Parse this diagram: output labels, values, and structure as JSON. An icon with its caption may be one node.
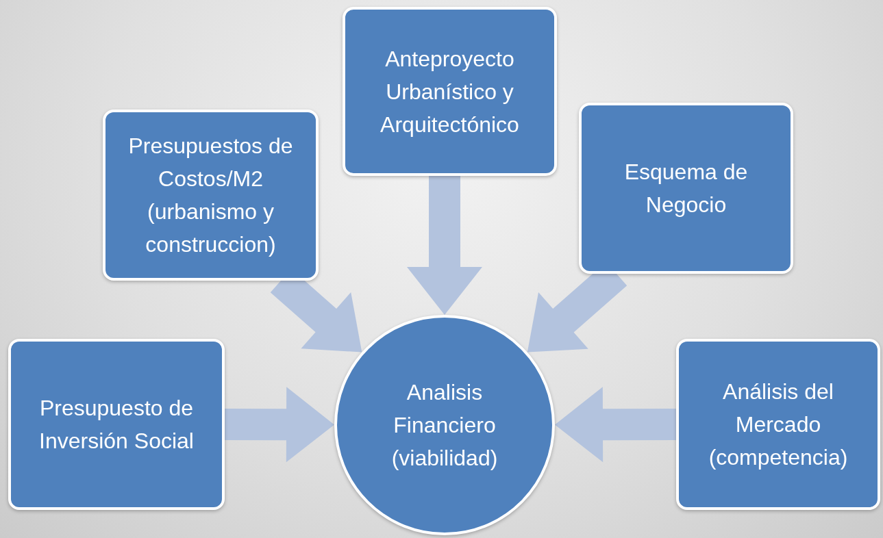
{
  "diagram": {
    "nodes": [
      {
        "text": [
          "Anteproyecto Urbanístico y Arquitectónico"
        ]
      },
      {
        "text": [
          "Presupuestos de Costos/M2 (urbanismo y construccion)"
        ]
      },
      {
        "text": [
          "Esquema de Negocio"
        ]
      },
      {
        "text": [
          "Presupuesto de Inversión Social"
        ]
      },
      {
        "text": [
          "Analisis Financiero (viabilidad)"
        ]
      },
      {
        "text": [
          "Análisis del Mercado (competencia)"
        ]
      }
    ],
    "edges": [
      {
        "from": 0,
        "to": 4,
        "arrow": "to",
        "style": "thick"
      },
      {
        "from": 1,
        "to": 4,
        "arrow": "to",
        "style": "thick"
      },
      {
        "from": 2,
        "to": 4,
        "arrow": "to",
        "style": "thick"
      },
      {
        "from": 3,
        "to": 4,
        "arrow": "to",
        "style": "thick"
      },
      {
        "from": 5,
        "to": 4,
        "arrow": "to",
        "style": "thick"
      }
    ]
  }
}
